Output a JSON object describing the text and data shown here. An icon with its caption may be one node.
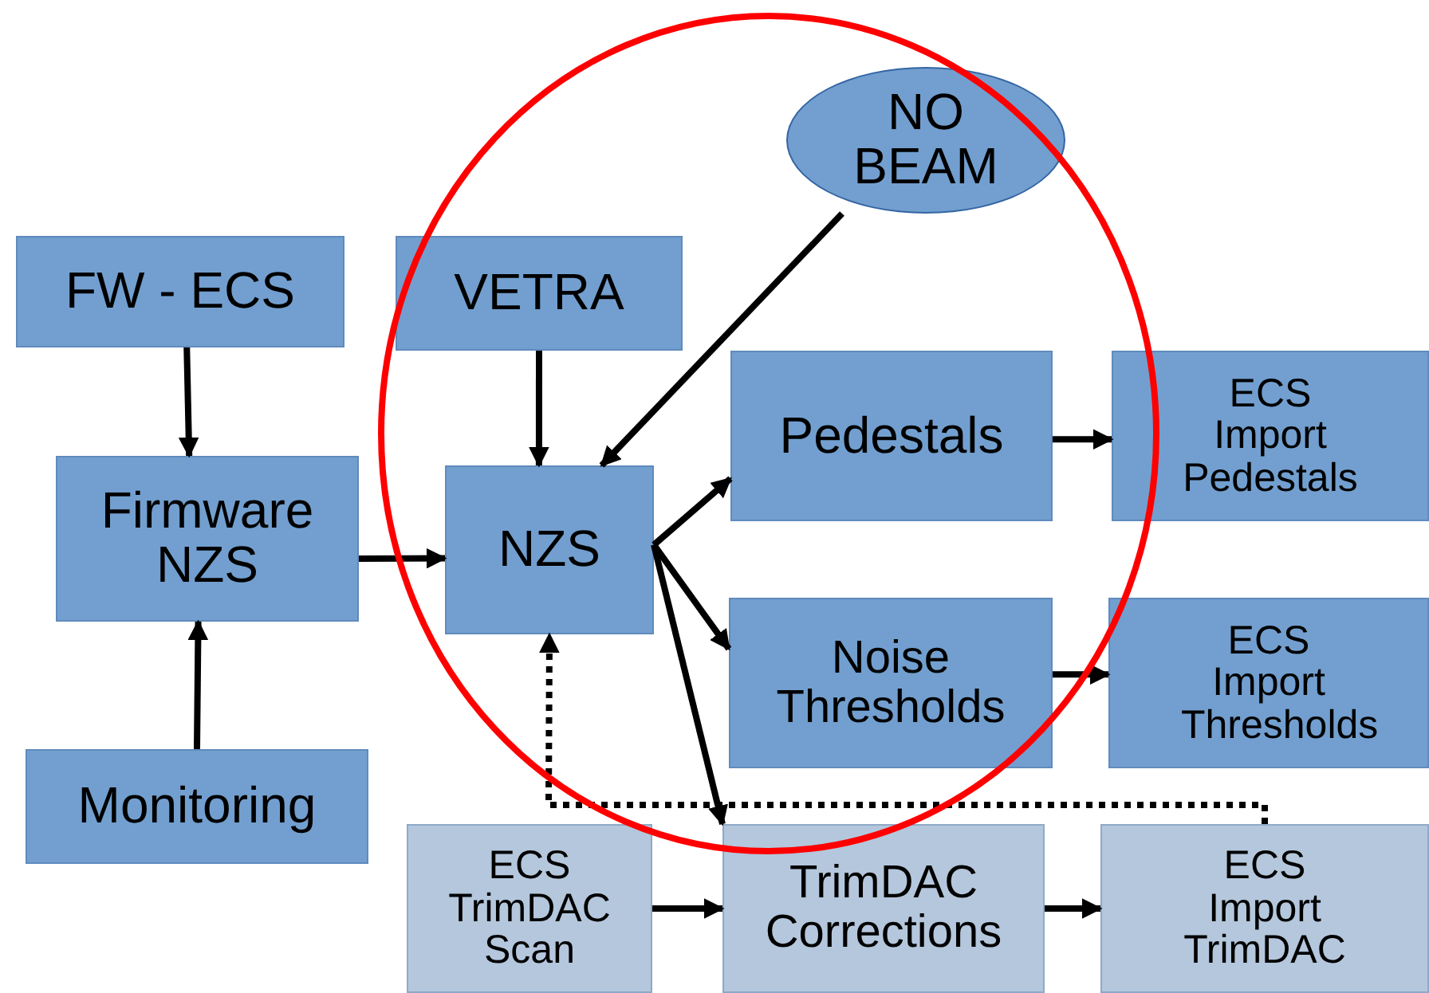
{
  "diagram": {
    "nodes": [
      {
        "text": [
          "FW - ECS"
        ]
      },
      {
        "text": [
          "VETRA"
        ]
      },
      {
        "text": [
          "NO BEAM"
        ]
      },
      {
        "text": [
          "Firmware NZS"
        ]
      },
      {
        "text": [
          "NZS"
        ]
      },
      {
        "text": [
          "Pedestals"
        ]
      },
      {
        "text": [
          "ECS Import Pedestals"
        ]
      },
      {
        "text": [
          "Monitoring"
        ]
      },
      {
        "text": [
          "Noise Thresholds"
        ]
      },
      {
        "text": [
          "ECS Import Thresholds"
        ]
      },
      {
        "text": [
          "ECS TrimDAC Scan"
        ]
      },
      {
        "text": [
          "TrimDAC Corrections"
        ]
      },
      {
        "text": [
          "ECS Import TrimDAC"
        ]
      }
    ],
    "edges": [
      {
        "from": 0,
        "to": 3,
        "arrow": "to"
      },
      {
        "from": 7,
        "to": 3,
        "arrow": "to"
      },
      {
        "from": 3,
        "to": 4,
        "arrow": "to"
      },
      {
        "from": 1,
        "to": 4,
        "arrow": "to"
      },
      {
        "from": 2,
        "to": 4,
        "arrow": "to"
      },
      {
        "from": 4,
        "to": 5,
        "arrow": "to"
      },
      {
        "from": 4,
        "to": 8,
        "arrow": "to"
      },
      {
        "from": 4,
        "to": 11,
        "arrow": "to"
      },
      {
        "from": 5,
        "to": 6,
        "arrow": "to"
      },
      {
        "from": 8,
        "to": 9,
        "arrow": "to"
      },
      {
        "from": 10,
        "to": 11,
        "arrow": "to"
      },
      {
        "from": 11,
        "to": 12,
        "arrow": "to"
      },
      {
        "from": 12,
        "to": 4,
        "arrow": "to",
        "style": "dashed"
      }
    ]
  }
}
